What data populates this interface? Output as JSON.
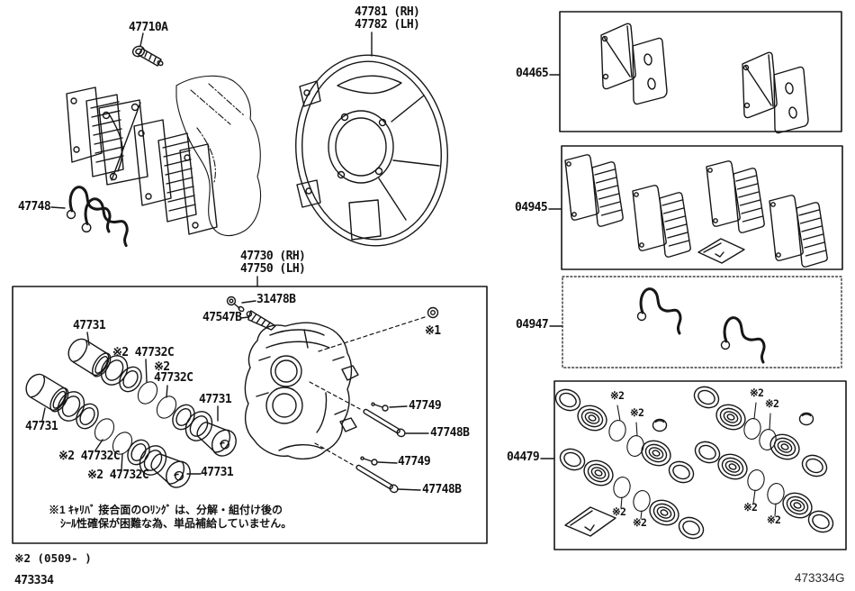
{
  "labels": {
    "bolt": "47710A",
    "dust_cover_rh": "47781 (RH)",
    "dust_cover_lh": "47782 (LH)",
    "pad_spring": "47748",
    "caliper_rh": "47730 (RH)",
    "caliper_lh": "47750 (LH)",
    "bleeder": "31478B",
    "fitting": "47547B",
    "ref1": "※1",
    "ref2": "※2",
    "piston": "47731",
    "o_ring": "47732C",
    "o_ring_with_ref": "※2 47732C",
    "pin_clip": "47749",
    "guide_pin": "47748B"
  },
  "kits": {
    "shim_kit": "04465",
    "pad_kit": "04945",
    "spring_kit": "04947",
    "seal_kit": "04479"
  },
  "caliper_note": {
    "line1": "※1 ｷｬﾘﾊﾞ 接合面のOﾘﾝｸﾞ は、分解・組付け後の",
    "line2": "ｼｰﾙ性確保が困難な為、単品補給していません。"
  },
  "footer": {
    "ref2_applicability": "※2 (0509-    )",
    "figure_code": "473334",
    "figure_code_alt": "473334G"
  }
}
